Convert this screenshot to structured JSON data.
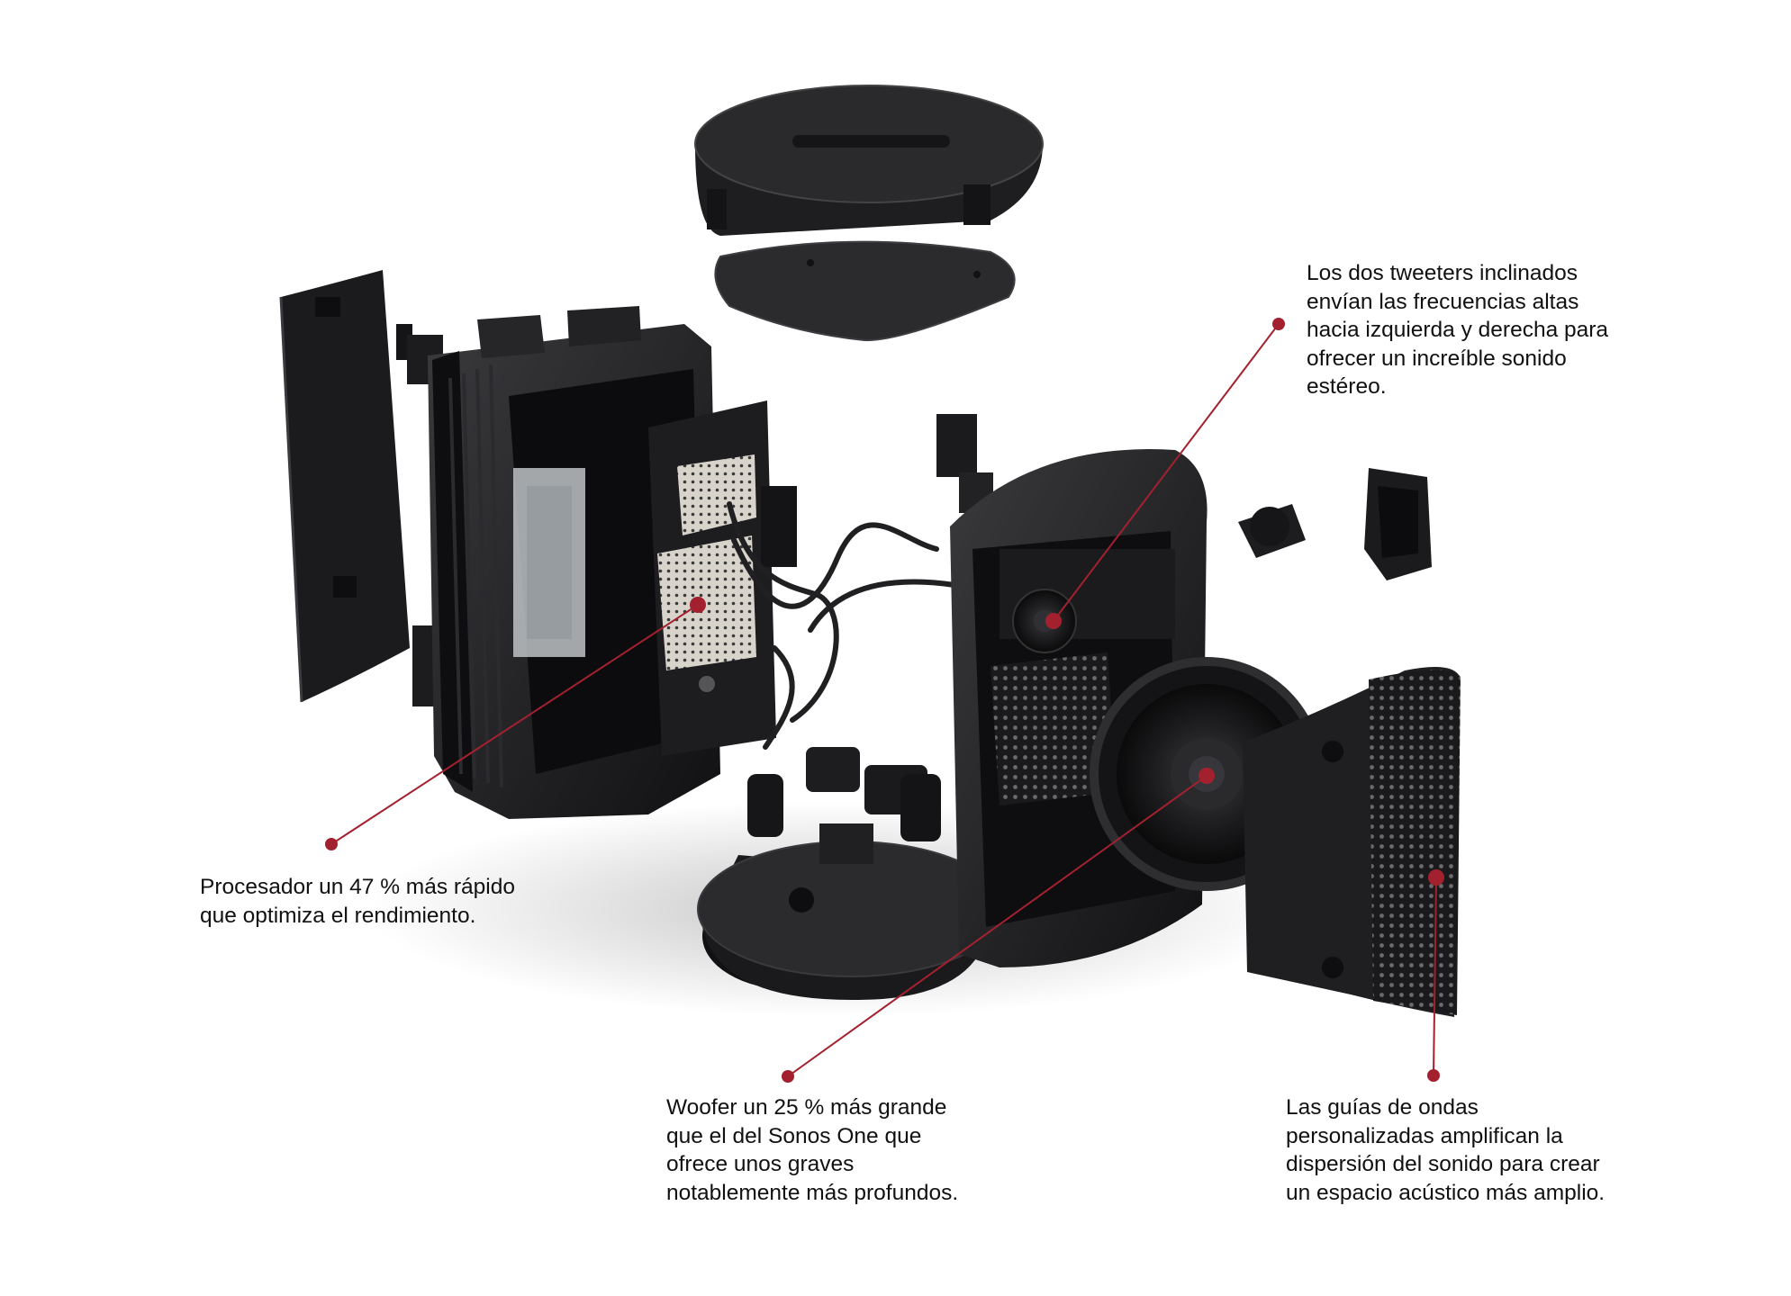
{
  "colors": {
    "accent": "#a3212f",
    "text": "#111111",
    "background": "#ffffff",
    "parts_dark": "#1c1c1e"
  },
  "callouts": {
    "tweeters": "Los dos tweeters inclinados\nenvían las frecuencias altas\nhacia izquierda y derecha para\nofrecer un increíble sonido\nestéreo.",
    "processor": "Procesador un 47 % más rápido\nque optimiza el rendimiento.",
    "woofer": "Woofer un 25 % más grande\nque el del Sonos One que\nofrece unos graves\nnotablemente más profundos.",
    "waveguides": "Las guías de ondas\npersonalizadas amplifican la\ndispersión del sonido para crear\nun espacio acústico más amplio."
  }
}
